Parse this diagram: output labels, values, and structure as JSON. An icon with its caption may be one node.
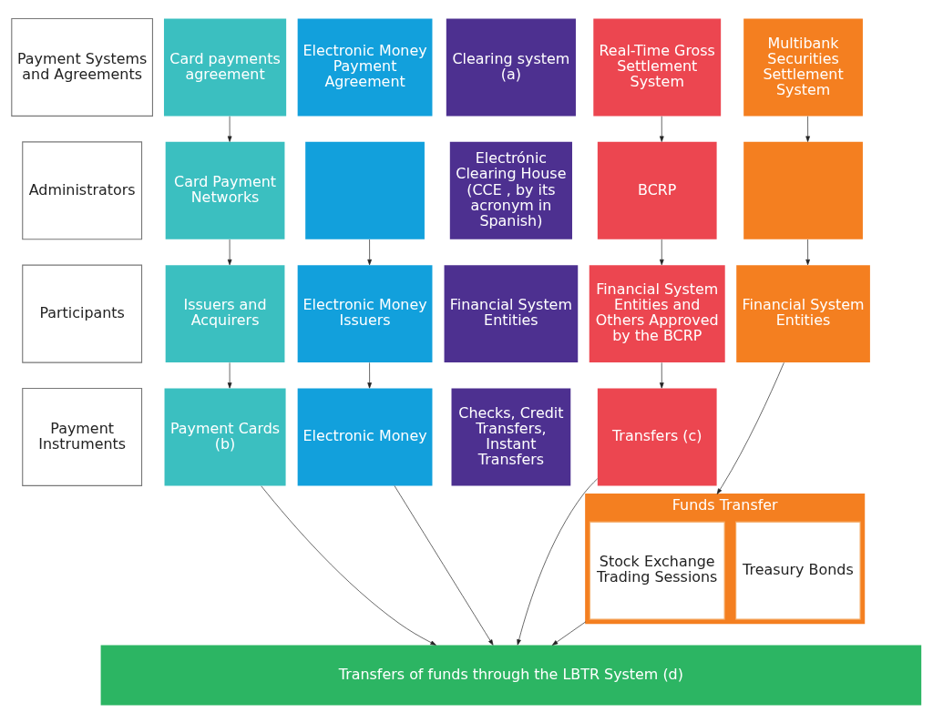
{
  "diagram": {
    "nodes": [
      {
        "text": [
          "Payment Systems and Agreements"
        ]
      },
      {
        "text": [
          "Card payments agreement"
        ]
      },
      {
        "text": [
          "Electronic Money Payment Agreement"
        ]
      },
      {
        "text": [
          "Clearing system (a)"
        ]
      },
      {
        "text": [
          "Real-Time Gross Settlement System"
        ]
      },
      {
        "text": [
          "Multibank Securities Settlement System"
        ]
      },
      {
        "text": [
          "Administrators"
        ]
      },
      {
        "text": [
          "Card Payment Networks"
        ]
      },
      {
        "text": [],
        "shape": "box"
      },
      {
        "text": [
          "Electrónic Clearing House (CCE , by its acronym in Spanish)"
        ]
      },
      {
        "text": [
          "BCRP"
        ]
      },
      {
        "text": [],
        "shape": "box"
      },
      {
        "text": [
          "Participants"
        ]
      },
      {
        "text": [
          "Issuers and Acquirers"
        ]
      },
      {
        "text": [
          "Electronic Money Issuers"
        ]
      },
      {
        "text": [
          "Financial System Entities"
        ]
      },
      {
        "text": [
          "Financial System Entities and Others Approved by the BCRP"
        ]
      },
      {
        "text": [
          "Financial System Entities"
        ]
      },
      {
        "text": [
          "Payment Instruments"
        ]
      },
      {
        "text": [
          "Payment Cards (b)"
        ]
      },
      {
        "text": [
          "Electronic Money"
        ]
      },
      {
        "text": [
          "Checks, Credit Transfers, Instant Transfers"
        ]
      },
      {
        "text": [
          "Transfers (c)"
        ]
      },
      {
        "text": [
          "Funds Transfer"
        ]
      },
      {
        "text": [
          "Stock Exchange Trading Sessions"
        ],
        "in": 23
      },
      {
        "text": [
          "Treasury Bonds"
        ],
        "in": 23
      },
      {
        "text": [
          "Transfers of funds through the LBTR System (d)"
        ]
      }
    ],
    "edges": [
      {
        "from": 1,
        "to": 7,
        "arrow": "to"
      },
      {
        "from": 4,
        "to": 10,
        "arrow": "to"
      },
      {
        "from": 5,
        "to": 11,
        "arrow": "to"
      },
      {
        "from": 7,
        "to": 13,
        "arrow": "to"
      },
      {
        "from": 8,
        "to": 14,
        "arrow": "to"
      },
      {
        "from": 10,
        "to": 16,
        "arrow": "to"
      },
      {
        "from": 11,
        "to": 17,
        "arrow": "to"
      },
      {
        "from": 13,
        "to": 19,
        "arrow": "to"
      },
      {
        "from": 14,
        "to": 20,
        "arrow": "to"
      },
      {
        "from": 16,
        "to": 22,
        "arrow": "to"
      },
      {
        "from": 17,
        "to": 23,
        "arrow": "to"
      },
      {
        "from": 19,
        "to": 26,
        "arrow": "to"
      },
      {
        "from": 20,
        "to": 26,
        "arrow": "to"
      },
      {
        "from": 22,
        "to": 26,
        "arrow": "to"
      },
      {
        "from": 23,
        "to": 26,
        "arrow": "to"
      }
    ]
  }
}
